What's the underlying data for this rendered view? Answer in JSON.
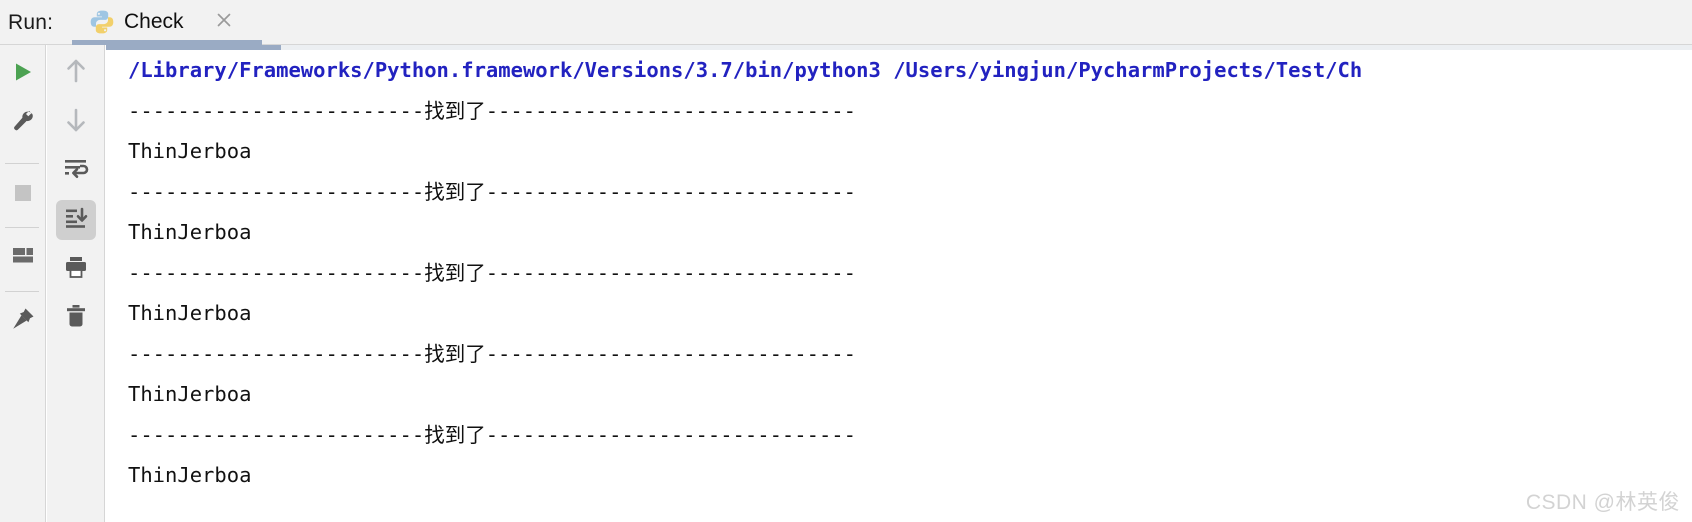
{
  "window": {
    "run_label": "Run:",
    "accent_tab_underline": "#9aabc4",
    "console_bg": "#ffffff",
    "chrome_bg": "#f2f2f2"
  },
  "tab": {
    "title": "Check",
    "icon": "python-icon",
    "close_icon": "close-icon"
  },
  "toolbar_left": [
    {
      "name": "run-button",
      "icon": "play-icon",
      "active": false
    },
    {
      "name": "debug-button",
      "icon": "wrench-icon",
      "active": false
    },
    {
      "name": "stop-button",
      "icon": "stop-square-icon",
      "active": false
    },
    {
      "name": "restore-layout-button",
      "icon": "layout-icon",
      "active": false
    },
    {
      "name": "pin-tab-button",
      "icon": "pin-icon",
      "active": false
    }
  ],
  "toolbar_right": [
    {
      "name": "up-the-stack-trace-button",
      "icon": "arrow-up-icon",
      "active": false
    },
    {
      "name": "down-the-stack-trace-button",
      "icon": "arrow-down-icon",
      "active": false
    },
    {
      "name": "soft-wrap-button",
      "icon": "soft-wrap-icon",
      "active": false
    },
    {
      "name": "scroll-to-end-button",
      "icon": "scroll-to-end-icon",
      "active": true
    },
    {
      "name": "print-button",
      "icon": "printer-icon",
      "active": false
    },
    {
      "name": "clear-all-button",
      "icon": "trash-icon",
      "active": false
    }
  ],
  "console": {
    "scrollbar_thumb_color": "#9aabc4",
    "command_color": "#2222c0",
    "lines": [
      {
        "type": "command",
        "text": "/Library/Frameworks/Python.framework/Versions/3.7/bin/python3 /Users/yingjun/PycharmProjects/Test/Ch"
      },
      {
        "type": "output",
        "text": "------------------------找到了------------------------------"
      },
      {
        "type": "output",
        "text": "ThinJerboa"
      },
      {
        "type": "output",
        "text": "------------------------找到了------------------------------"
      },
      {
        "type": "output",
        "text": "ThinJerboa"
      },
      {
        "type": "output",
        "text": "------------------------找到了------------------------------"
      },
      {
        "type": "output",
        "text": "ThinJerboa"
      },
      {
        "type": "output",
        "text": "------------------------找到了------------------------------"
      },
      {
        "type": "output",
        "text": "ThinJerboa"
      },
      {
        "type": "output",
        "text": "------------------------找到了------------------------------"
      },
      {
        "type": "output",
        "text": "ThinJerboa"
      }
    ]
  },
  "watermark": {
    "text": "CSDN @林英俊"
  }
}
